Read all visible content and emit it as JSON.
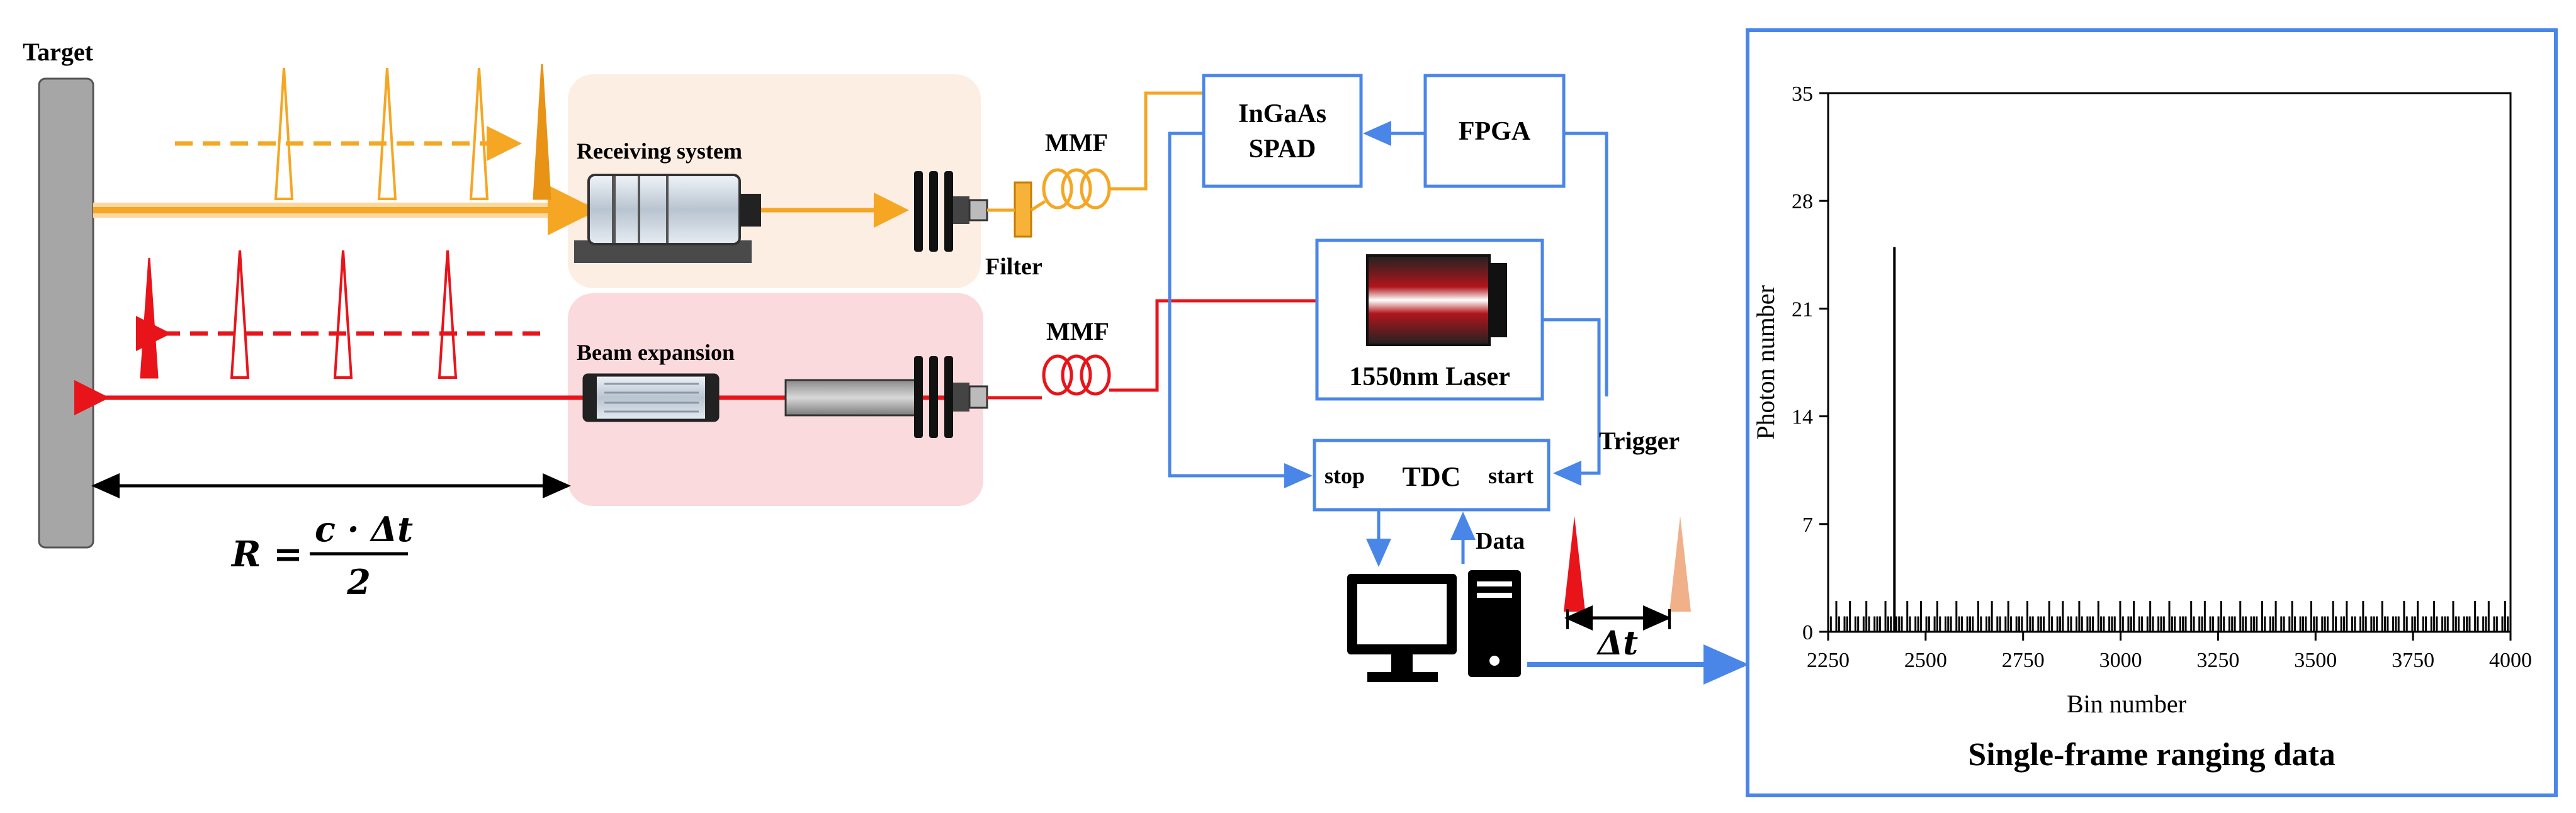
{
  "labels": {
    "target": "Target",
    "receiving_system": "Receiving system",
    "beam_expansion": "Beam expansion",
    "mmf_top": "MMF",
    "mmf_bottom": "MMF",
    "filter": "Filter",
    "spad_line1": "InGaAs",
    "spad_line2": "SPAD",
    "fpga": "FPGA",
    "laser": "1550nm  Laser",
    "trigger": "Trigger",
    "tdc": "TDC",
    "tdc_stop": "stop",
    "tdc_start": "start",
    "data": "Data",
    "delta_t": "Δt",
    "formula_lhs": "R =",
    "formula_num": "c · Δt",
    "formula_den": "2"
  },
  "colors": {
    "orange_beam": "#f5a623",
    "red_beam": "#e8141a",
    "blue_link": "#4a86e8",
    "receiving_bg": "#fdeee4",
    "expansion_bg": "#fadadd",
    "target_gray": "#a6a6a6"
  },
  "chart_data": {
    "type": "bar",
    "title": "Single-frame ranging data",
    "xlabel": "Bin number",
    "ylabel": "Photon number",
    "xlim": [
      2250,
      4000
    ],
    "ylim": [
      0,
      35
    ],
    "xticks": [
      2250,
      2500,
      2750,
      3000,
      3250,
      3500,
      3750,
      4000
    ],
    "yticks": [
      0,
      7,
      14,
      21,
      28,
      35
    ],
    "peak": {
      "x": 2420,
      "y": 25
    },
    "noise": {
      "x_start": 2250,
      "x_end": 4000,
      "step": 7,
      "values": [
        1,
        1,
        0,
        2,
        1,
        0,
        1,
        1,
        2,
        0,
        1,
        1,
        0,
        1,
        2,
        1,
        0,
        1,
        1,
        1,
        0,
        2,
        1,
        1,
        0,
        1
      ]
    }
  }
}
